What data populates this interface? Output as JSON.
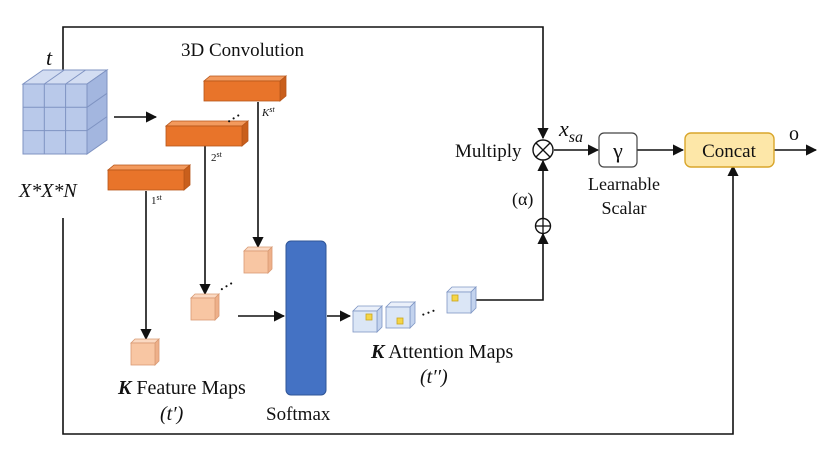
{
  "title": "3D Convolution",
  "input": {
    "time_label": "t",
    "dims_label": "X*X*N"
  },
  "kernels": [
    {
      "label": "1",
      "sup": "st"
    },
    {
      "label": "2",
      "sup": "st"
    },
    {
      "label": "K",
      "sup": "st"
    }
  ],
  "ellipsis": "•  •  •",
  "feature_maps": {
    "bold": "K",
    "label": " Feature Maps",
    "sub": "(t′)"
  },
  "softmax": {
    "label": "Softmax"
  },
  "attention_maps": {
    "bold": "K",
    "label": " Attention Maps",
    "sub": "(t′′)"
  },
  "alpha": "(α)",
  "multiply": {
    "label": "Multiply",
    "symbol": "⊗"
  },
  "add_symbol": "⊕",
  "xsa": {
    "main": "x",
    "sub": "sa"
  },
  "gamma": {
    "symbol": "γ",
    "label_line1": "Learnable",
    "label_line2": "Scalar"
  },
  "concat": {
    "label": "Concat"
  },
  "output": {
    "label": "o"
  },
  "colors": {
    "cube_front": "#b9c9ea",
    "cube_top": "#d3ddf2",
    "cube_side": "#a3b6df",
    "kernel_front": "#e8742a",
    "kernel_top": "#f39a5d",
    "kernel_side": "#c95f1c",
    "feature_front": "#f8c6a3",
    "feature_top": "#fbd9c2",
    "feature_side": "#eeb08a",
    "softmax": "#4472c4",
    "attn_front": "#dbe6f6",
    "attn_top": "#eaf0fa",
    "attn_side": "#c3d3ee",
    "attn_mark": "#f5d547",
    "concat_fill": "#fde7a8",
    "concat_stroke": "#d9a62b",
    "line": "#111111"
  }
}
